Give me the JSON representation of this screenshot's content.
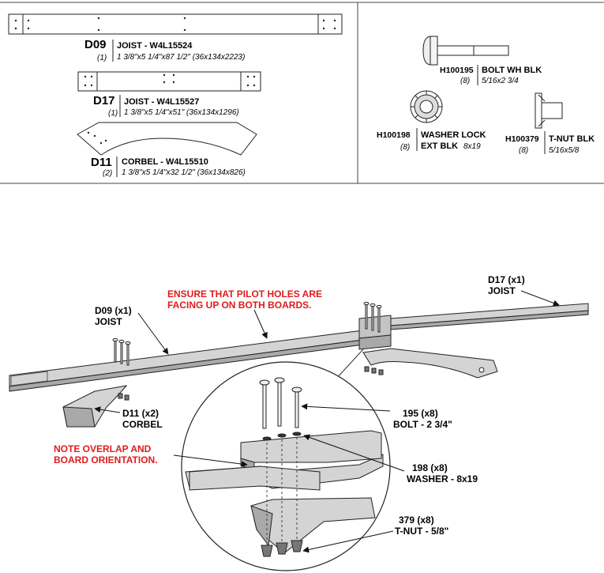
{
  "parts": {
    "d09": {
      "code": "D09",
      "qty": "(1)",
      "name": "JOIST - W4L15524",
      "dims": "1 3/8\"x5 1/4\"x87 1/2\" (36x134x2223)"
    },
    "d17": {
      "code": "D17",
      "qty": "(1)",
      "name": "JOIST - W4L15527",
      "dims": "1 3/8\"x5 1/4\"x51\" (36x134x1296)"
    },
    "d11": {
      "code": "D11",
      "qty": "(2)",
      "name": "CORBEL - W4L15510",
      "dims": "1 3/8\"x5 1/4\"x32 1/2\" (36x134x826)"
    }
  },
  "hardware": {
    "bolt": {
      "code": "H100195",
      "qty": "(8)",
      "name": "BOLT WH BLK",
      "size": "5/16x2 3/4"
    },
    "washer": {
      "code": "H100198",
      "qty": "(8)",
      "name": "WASHER LOCK",
      "name2": "EXT BLK",
      "size": "8x19"
    },
    "tnut": {
      "code": "H100379",
      "qty": "(8)",
      "name": "T-NUT BLK",
      "size": "5/16x5/8"
    }
  },
  "diagram": {
    "note_pilot": [
      "ENSURE THAT PILOT HOLES ARE",
      "FACING UP ON BOTH BOARDS."
    ],
    "note_overlap": [
      "NOTE OVERLAP AND",
      "BOARD ORIENTATION."
    ],
    "d17_label": [
      "D17 (x1)",
      "JOIST"
    ],
    "d09_label": [
      "D09 (x1)",
      "JOIST"
    ],
    "d11_label": [
      "D11 (x2)",
      "CORBEL"
    ],
    "bolt_label": [
      "195 (x8)",
      "BOLT - 2 3/4\""
    ],
    "washer_label": [
      "198 (x8)",
      "WASHER - 8x19"
    ],
    "tnut_label": [
      "379 (x8)",
      "T-NUT - 5/8\""
    ],
    "colors": {
      "note": "#e11b1b",
      "wood_top": "#d4d4d4",
      "wood_side": "#a9a9a9",
      "line": "#222222"
    }
  }
}
